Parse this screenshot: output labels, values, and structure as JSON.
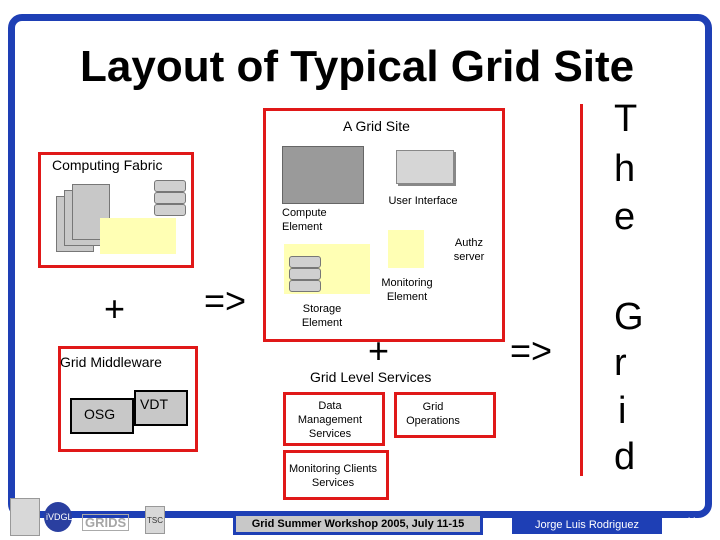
{
  "title": "Layout of Typical Grid Site",
  "grid_site": {
    "label": "A Grid Site",
    "compute_element": "Compute Element",
    "user_interface": "User Interface",
    "authz_server": "Authz server",
    "storage_element": "Storage Element",
    "monitoring_element": "Monitoring Element"
  },
  "computing_fabric": "Computing Fabric",
  "plus1": "+",
  "arrow1": "=>",
  "grid_middleware": {
    "label": "Grid Middleware",
    "osg": "OSG",
    "vdt": "VDT"
  },
  "plus2": "+",
  "grid_level_services": {
    "label": "Grid Level Services",
    "data_management": "Data Management Services",
    "grid_operations": "Grid Operations",
    "monitoring_clients": "Monitoring Clients Services"
  },
  "arrow2": "=>",
  "side_word_1": [
    "T",
    "h",
    "e"
  ],
  "side_word_2": [
    "G",
    "r",
    "i",
    "d"
  ],
  "footer": {
    "workshop": "Grid Summer Workshop 2005, July 11-15",
    "author": "Jorge Luis Rodriguez",
    "page": "11"
  },
  "logos": [
    "GRIDS",
    "iVDGL",
    "TSC"
  ],
  "colors": {
    "frame": "#1e3fb5",
    "red": "#e01818",
    "yellow": "#ffffb4"
  }
}
